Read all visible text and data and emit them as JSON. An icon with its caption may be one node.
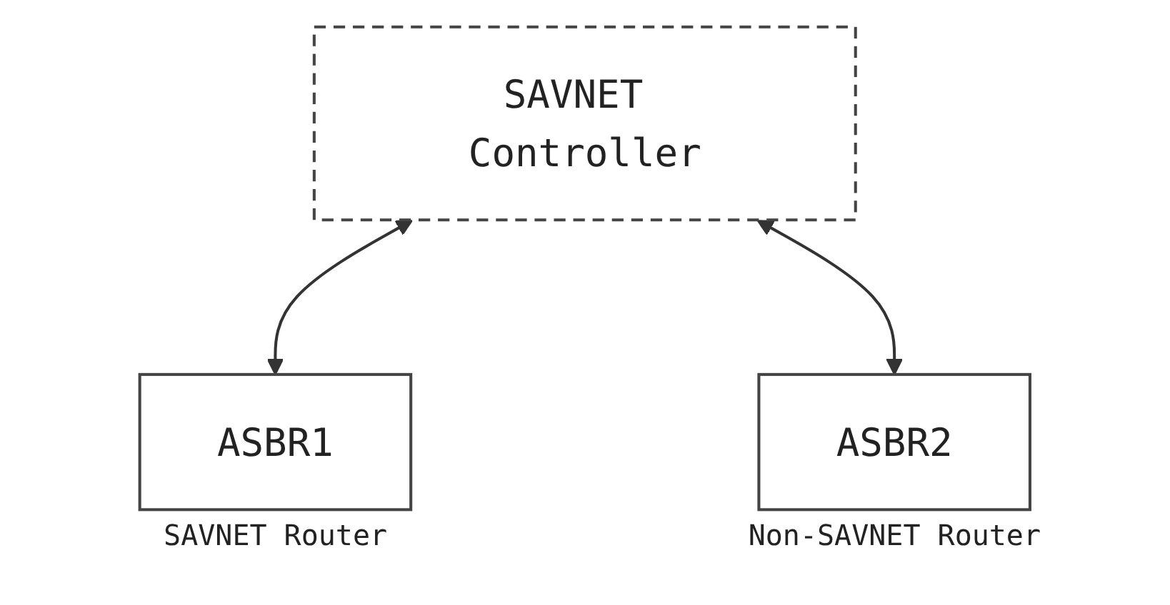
{
  "diagram": {
    "nodes": [
      {
        "text": [
          "SAVNET Controller"
        ]
      },
      {
        "text": [
          "ASBR1"
        ],
        "beside": [
          "SAVNET Router"
        ]
      },
      {
        "text": [
          "ASBR2"
        ],
        "beside": [
          "Non-SAVNET Router"
        ]
      }
    ],
    "edges": [
      {
        "from": 0,
        "to": 1,
        "arrow": "both"
      },
      {
        "from": 0,
        "to": 2,
        "arrow": "both"
      }
    ]
  }
}
